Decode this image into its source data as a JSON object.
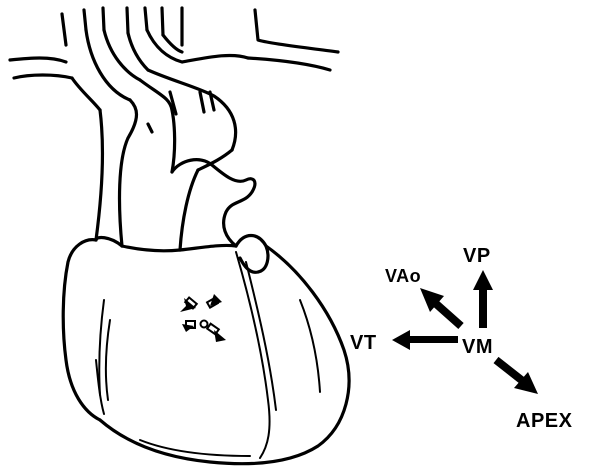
{
  "diagram": {
    "labels": {
      "vp": "VP",
      "vao": "VAo",
      "vt": "VT",
      "vm": "VM",
      "apex": "APEX"
    },
    "colors": {
      "ink": "#000000",
      "paper": "#ffffff"
    }
  }
}
